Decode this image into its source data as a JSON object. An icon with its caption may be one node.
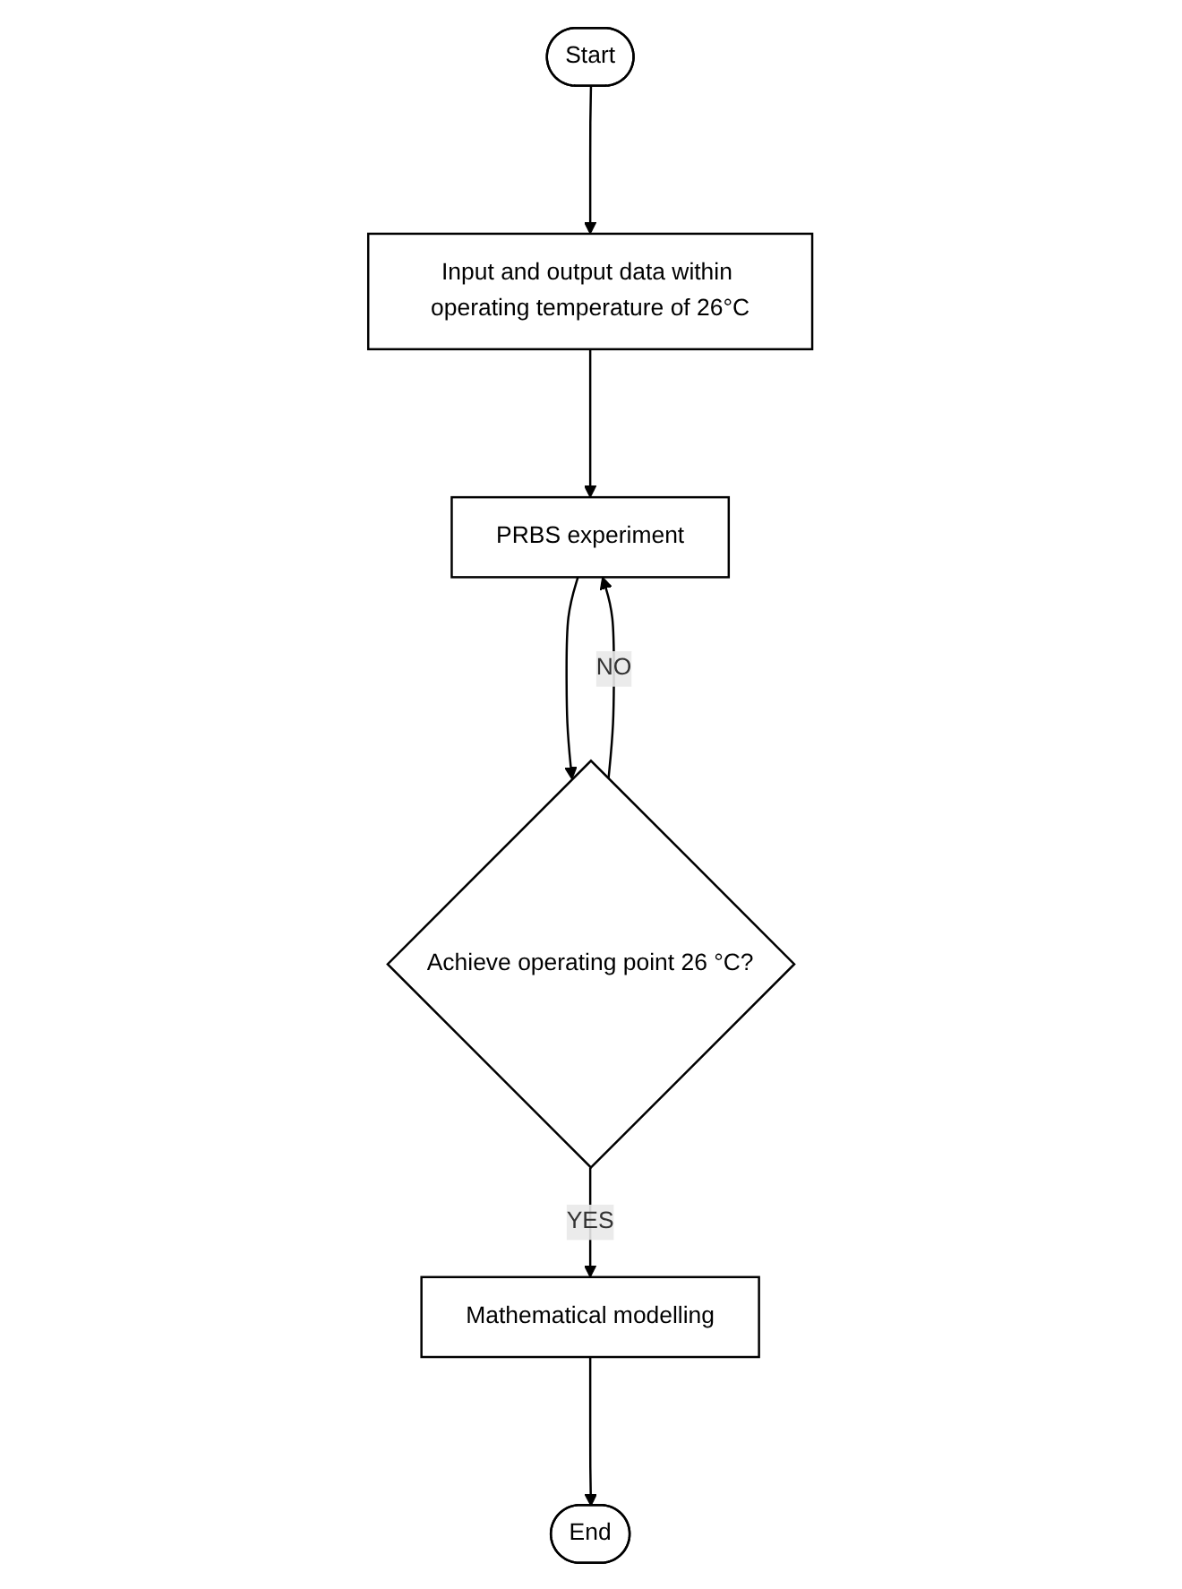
{
  "diagram": {
    "nodes": [
      {
        "text": [
          "Start"
        ]
      },
      {
        "text": [
          "Input and output data within operating temperature of 26°C"
        ]
      },
      {
        "text": [
          "PRBS experiment"
        ]
      },
      {
        "text": [
          "Achieve operating point 26 °C?"
        ]
      },
      {
        "text": [
          "Mathematical modelling"
        ]
      },
      {
        "text": [
          "End"
        ]
      }
    ],
    "edges": [
      {
        "from": 0,
        "to": 1,
        "arrow": "to"
      },
      {
        "from": 1,
        "to": 2,
        "arrow": "to"
      },
      {
        "from": 2,
        "to": 3,
        "arrow": "to"
      },
      {
        "from": 3,
        "to": 2,
        "label": "NO",
        "arrow": "to"
      },
      {
        "from": 3,
        "to": 4,
        "label": "YES",
        "arrow": "to"
      },
      {
        "from": 4,
        "to": 5,
        "arrow": "to"
      }
    ]
  }
}
